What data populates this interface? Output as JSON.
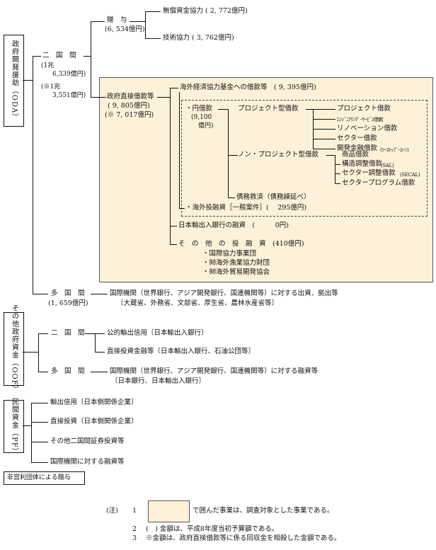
{
  "sections": {
    "oda": "政府開発援助（ODA）",
    "oof": "その他政府資金（OOF）",
    "pf": "民間資金（PF）",
    "nonprofit": "非営利団体による贈与"
  },
  "oda": {
    "bilateral": "二　国　間",
    "bilateral_amount1": "(1兆",
    "bilateral_amount2": "6,339億円)",
    "bilateral_recovery1": "(※1兆",
    "bilateral_recovery2": "3,551億円)",
    "grant": "贈　与",
    "grant_amount": "(6, 534億円)",
    "grant_aid": "無償資金協力 ( 2, 772億円)",
    "technical": "技術協力 ( 3, 762億円)",
    "direct_loans": "政府直接借款等",
    "direct_amount": "( 9, 805億円)",
    "direct_recovery": "(※ 7, 017億円)",
    "oecf": "海外経済協力基金への借款等　( 9, 395億円)",
    "yen_loans": "・円借款",
    "yen_amount1": "(9,100",
    "yen_amount2": "億円)",
    "project_type": "プロジェクト型借款",
    "project_loan": "プロジェクト借款",
    "engineering": "ｴﾝｼﾞﾆｱﾘﾝｸﾞ･ｻｰﾋﾞｽ借款",
    "renovation": "リノベーション借款",
    "sector": "セクター借款",
    "dev_finance": "開発金融借款",
    "two_step": "(ﾂｰｽﾃｯﾌﾟ･ﾛｰﾝ)",
    "non_project": "ノン・プロジェクト型借款",
    "commodity": "商品借款",
    "sal": "構造調整借款",
    "sal_tag": "(SAL)",
    "secal": "セクター調整借款",
    "secal_tag": "(SECAL)",
    "sector_program": "セクタープログラム借款",
    "debt_relief": "債務救済（債務繰延べ）",
    "overseas_invest": "・海外投融資［一般案件］(　 295億円)",
    "eximbank": "日本輸出入銀行の融資　(　　　0円)",
    "other_invest": "そ　の　他　の　投　融　資　(410億円)",
    "jica": "・国際協力事業団",
    "fishery": "・㈶海外漁業協力財団",
    "trade": "・㈶海外貿易開発協会",
    "multilateral": "多　国　間",
    "multi_amount": "(1, 659億円)",
    "multi_desc": "国際機関（世界銀行、アジア開発銀行、国連機関等）に対する出資、拠出等",
    "multi_ministries": "〔大蔵省、外務省、文部省、厚生省、農林水産省等〕"
  },
  "oof": {
    "bilateral": "二　国　間",
    "export_credit": "公的輸出信用〔日本輸出入銀行〕",
    "direct_invest": "直接投資金融等〔日本輸出入銀行、石油公団等〕",
    "multilateral": "多　国　間",
    "multi_desc": "国際機関（世界銀行、アジア開発銀行、国連機関等）に対する融資等",
    "multi_banks": "〔日本銀行、日本輸出入銀行〕"
  },
  "pf": {
    "export_credit": "輸出信用〔日本側関係企業〕",
    "direct_invest": "直接投資〔日本側関係企業〕",
    "securities": "その他二国間証券投資等",
    "intl_finance": "国際機関に対する融資等"
  },
  "notes": {
    "label": "(注)",
    "n1_num": "1",
    "n1_text": "で囲んだ事業は、調査対象とした事業である。",
    "n2_num": "2",
    "n2_text": "(　) 金額は、平成8年度当初予算額である。",
    "n3_num": "3",
    "n3_text": "※金額は、政府直接借款等に係る回収金を相殺した金額である。"
  },
  "colors": {
    "highlight": "#fdf1d9",
    "line": "#111111"
  }
}
